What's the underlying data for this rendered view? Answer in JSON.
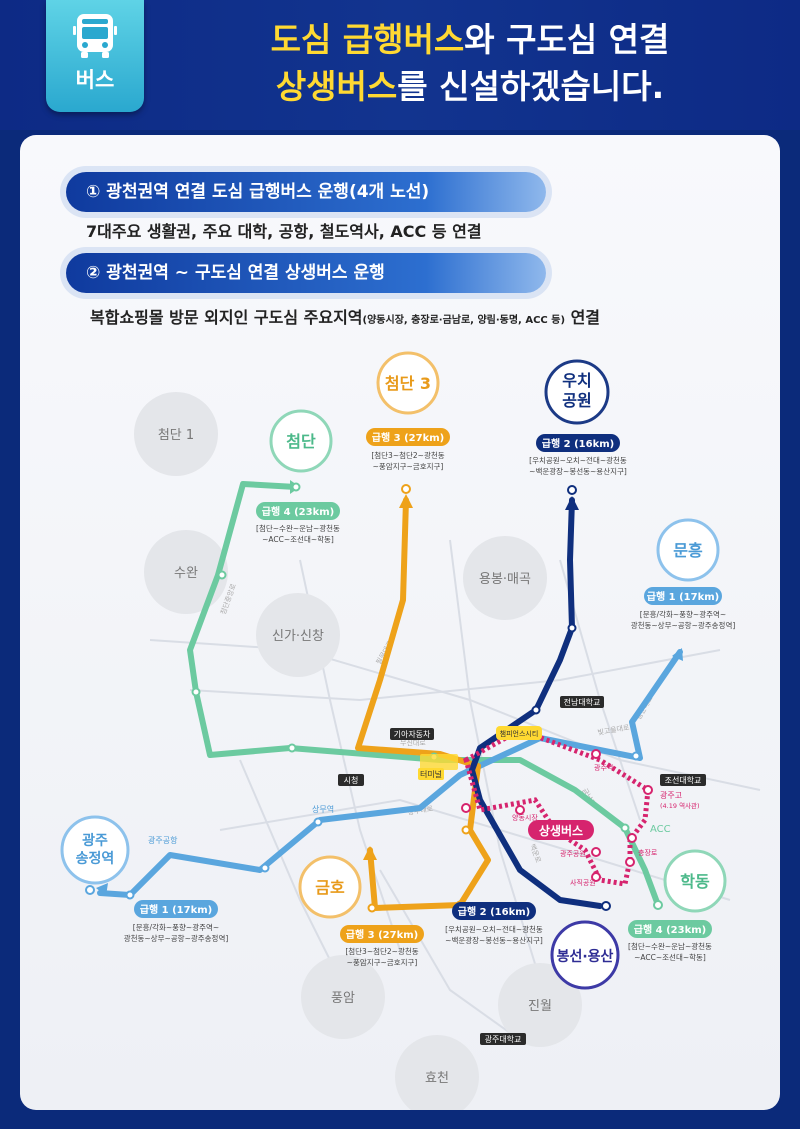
{
  "badge": {
    "label": "버스",
    "icon": "bus-icon"
  },
  "headline": {
    "line1_a": "도심 급행버스",
    "line1_b": "와 구도심 연결",
    "line2_a": "상생버스",
    "line2_b": "를 신설하겠습니다."
  },
  "items": [
    {
      "pill": "① 광천권역 연결 도심 급행버스 운행(4개 노선)",
      "desc": "7대주요 생활권, 주요 대학, 공항, 철도역사, ACC 등 연결"
    },
    {
      "pill": "② 광천권역 ~ 구도심 연결 상생버스 운행",
      "desc_main": "복합쇼핑몰 방문 외지인 구도심 주요지역",
      "desc_small": "(양동시장, 충장로·금남로, 양림·동명, ACC 등)",
      "desc_end": " 연결"
    }
  ],
  "colors": {
    "route1": "#5aa6de",
    "route2": "#0f2f7e",
    "route3": "#eea21a",
    "route4": "#6ccaa0",
    "sangsaeng": "#d6246e",
    "accent_yellow": "#ffd932"
  },
  "districts": {
    "cheomdan1": "첨단 1",
    "suwan": "수완",
    "singa": "신가·신창",
    "yongbong": "용봉·매곡",
    "pungam": "풍암",
    "jinwol": "진월",
    "hyocheon": "효천"
  },
  "terminals": {
    "cheomdan3": "첨단 3",
    "cheomdan": "첨단",
    "uchi_l1": "우치",
    "uchi_l2": "공원",
    "munheung": "문흥",
    "songjeong_l1": "광주",
    "songjeong_l2": "송정역",
    "geumho": "금호",
    "hakdong": "학동",
    "bongseon": "봉선·용산"
  },
  "routes": {
    "r3_top": {
      "name": "급행 3 (27km)",
      "line1": "[첨단3~첨단2~광천동",
      "line2": "~풍암지구~금호지구]"
    },
    "r4_top": {
      "name": "급행 4 (23km)",
      "line1": "[첨단~수완~운남~광천동",
      "line2": "~ACC~조선대~학동]"
    },
    "r2_top": {
      "name": "급행 2 (16km)",
      "line1": "[우치공원~오치~전대~광천동",
      "line2": "~백운광장~봉선동~용산지구]"
    },
    "r1_top": {
      "name": "급행 1 (17km)",
      "line1": "[문흥/각화~풍향~광주역~",
      "line2": "광천동~상무~공항~광주송정역]"
    },
    "r1_bot": {
      "name": "급행 1 (17km)",
      "line1": "[문흥/각화~풍향~광주역~",
      "line2": "광천동~상무~공항~광주송정역]"
    },
    "r3_bot": {
      "name": "급행 3 (27km)",
      "line1": "[첨단3~첨단2~광천동",
      "line2": "~풍암지구~금호지구]"
    },
    "r2_bot": {
      "name": "급행 2 (16km)",
      "line1": "[우치공원~오치~전대~광천동",
      "line2": "~백운광장~봉선동~용산지구]"
    },
    "r4_bot": {
      "name": "급행 4 (23km)",
      "line1": "[첨단~수완~운남~광천동",
      "line2": "~ACC~조선대~학동]"
    }
  },
  "places": {
    "airport": "광주공항",
    "sangmu": "상무역",
    "kia": "기아자동차",
    "terminal": "터미널",
    "cityhall": "시청",
    "cnu": "전남대학교",
    "shinsegae": "챔피언스시티",
    "chosun": "조선대학교",
    "gwangjugo_l1": "광주고",
    "gwangjugo_l2": "(4.19 역사관)",
    "acc": "ACC",
    "chungjangno": "충장로",
    "gjstation": "광주역",
    "yangdong": "양동시장",
    "gjpark": "광주공원",
    "sajik": "사직공원",
    "gju": "광주대학교",
    "sangsaeng": "상생버스"
  },
  "roads": {
    "road1": "첨단중앙로",
    "road2": "무진대로",
    "road3": "상무대로",
    "road4": "필문대로",
    "road5": "동문대로",
    "road6": "금남로",
    "road7": "백운로",
    "road8": "빛고을대로"
  }
}
